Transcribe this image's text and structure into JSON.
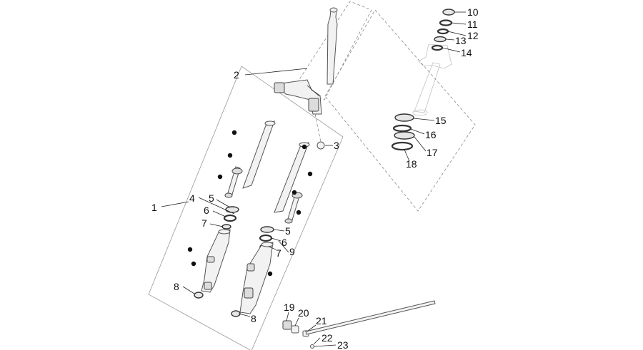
{
  "diagram": {
    "callouts": [
      {
        "id": "1",
        "text": "1"
      },
      {
        "id": "2",
        "text": "2"
      },
      {
        "id": "3",
        "text": "3"
      },
      {
        "id": "4",
        "text": "4"
      },
      {
        "id": "5a",
        "text": "5"
      },
      {
        "id": "5b",
        "text": "5"
      },
      {
        "id": "6a",
        "text": "6"
      },
      {
        "id": "6b",
        "text": "6"
      },
      {
        "id": "7a",
        "text": "7"
      },
      {
        "id": "7b",
        "text": "7"
      },
      {
        "id": "8a",
        "text": "8"
      },
      {
        "id": "8b",
        "text": "8"
      },
      {
        "id": "9",
        "text": "9"
      },
      {
        "id": "10",
        "text": "10"
      },
      {
        "id": "11",
        "text": "11"
      },
      {
        "id": "12",
        "text": "12"
      },
      {
        "id": "13",
        "text": "13"
      },
      {
        "id": "14",
        "text": "14"
      },
      {
        "id": "15",
        "text": "15"
      },
      {
        "id": "16",
        "text": "16"
      },
      {
        "id": "17",
        "text": "17"
      },
      {
        "id": "18",
        "text": "18"
      },
      {
        "id": "19",
        "text": "19"
      },
      {
        "id": "20",
        "text": "20"
      },
      {
        "id": "21",
        "text": "21"
      },
      {
        "id": "22",
        "text": "22"
      },
      {
        "id": "23",
        "text": "23"
      }
    ]
  }
}
